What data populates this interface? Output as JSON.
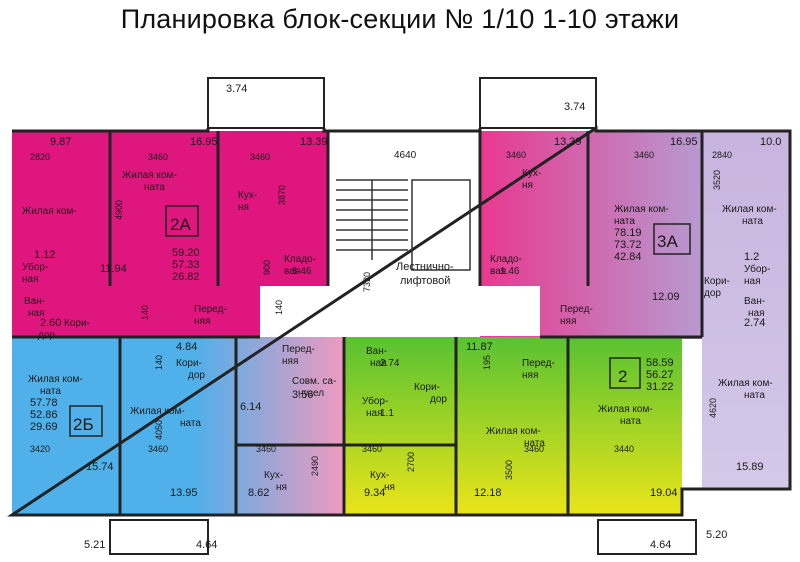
{
  "title": "Планировка блок-секции № 1/10 1-10 этажи",
  "colors": {
    "apt_2A": "#e0167f",
    "apt_3A_left": "#e8388f",
    "apt_3A_right": "#b79ad0",
    "apt_2B_left": "#4fb0ea",
    "apt_2B_right": "#ef9ac0",
    "apt_2_top": "#58c232",
    "apt_2_bottom": "#ebe51a",
    "right_wing": "#b9a6d6",
    "corridor": "#6fc4ec",
    "wall": "#222222"
  },
  "apartments": {
    "a2A": {
      "tag": "2А",
      "total": "59.20",
      "living_total": "57.33",
      "living": "26.82"
    },
    "a3A": {
      "tag": "3А",
      "total": "78.19",
      "living_total": "73.72",
      "living": "42.84"
    },
    "a2B": {
      "tag": "2Б",
      "total": "57.78",
      "living_total": "52.86",
      "living": "29.69"
    },
    "a2": {
      "tag": "2",
      "total": "58.59",
      "living_total": "56.27",
      "living": "31.22"
    }
  },
  "rooms": {
    "living": "Жилая комната",
    "living_1": "Жилая ком-",
    "living_2": "ната",
    "kitchen_1": "Кух-",
    "kitchen_2": "ня",
    "pantry_1": "Кладо-",
    "pantry_2": "вая",
    "wc_1": "Убор-",
    "wc_2": "ная",
    "bath_1": "Ван-",
    "bath_2": "ная",
    "corr_1": "Кори-",
    "corr_2": "дор",
    "corr_full": "Коридор",
    "hall_1": "Перед-",
    "hall_2": "няя",
    "combined_1": "Совм. са-",
    "combined_2": "нузел",
    "stair_1": "Лестнично-",
    "stair_2": "лифтовой"
  },
  "areas": [
    "9.87",
    "16.95",
    "13.39",
    "1.12",
    "11.94",
    "2.60",
    "1.46",
    "13.39",
    "16.95",
    "10.0",
    "1.2",
    "1.46",
    "12.09",
    "2.74",
    "4.84",
    "6.14",
    "3.56",
    "15.74",
    "13.95",
    "8.62",
    "2.74",
    "11.87",
    "1.1",
    "9.34",
    "12.18",
    "19.04",
    "15.89",
    "3.74",
    "3.74",
    "5.21",
    "4.64",
    "4.64",
    "5.20"
  ],
  "dimensions": [
    "2820",
    "3460",
    "3460",
    "4640",
    "3460",
    "3460",
    "2840",
    "4900",
    "3870",
    "3520",
    "900",
    "140",
    "140",
    "7320",
    "3420",
    "3460",
    "3460",
    "3460",
    "3460",
    "3440",
    "140",
    "4050",
    "195",
    "2490",
    "2700",
    "3500",
    "4620"
  ]
}
